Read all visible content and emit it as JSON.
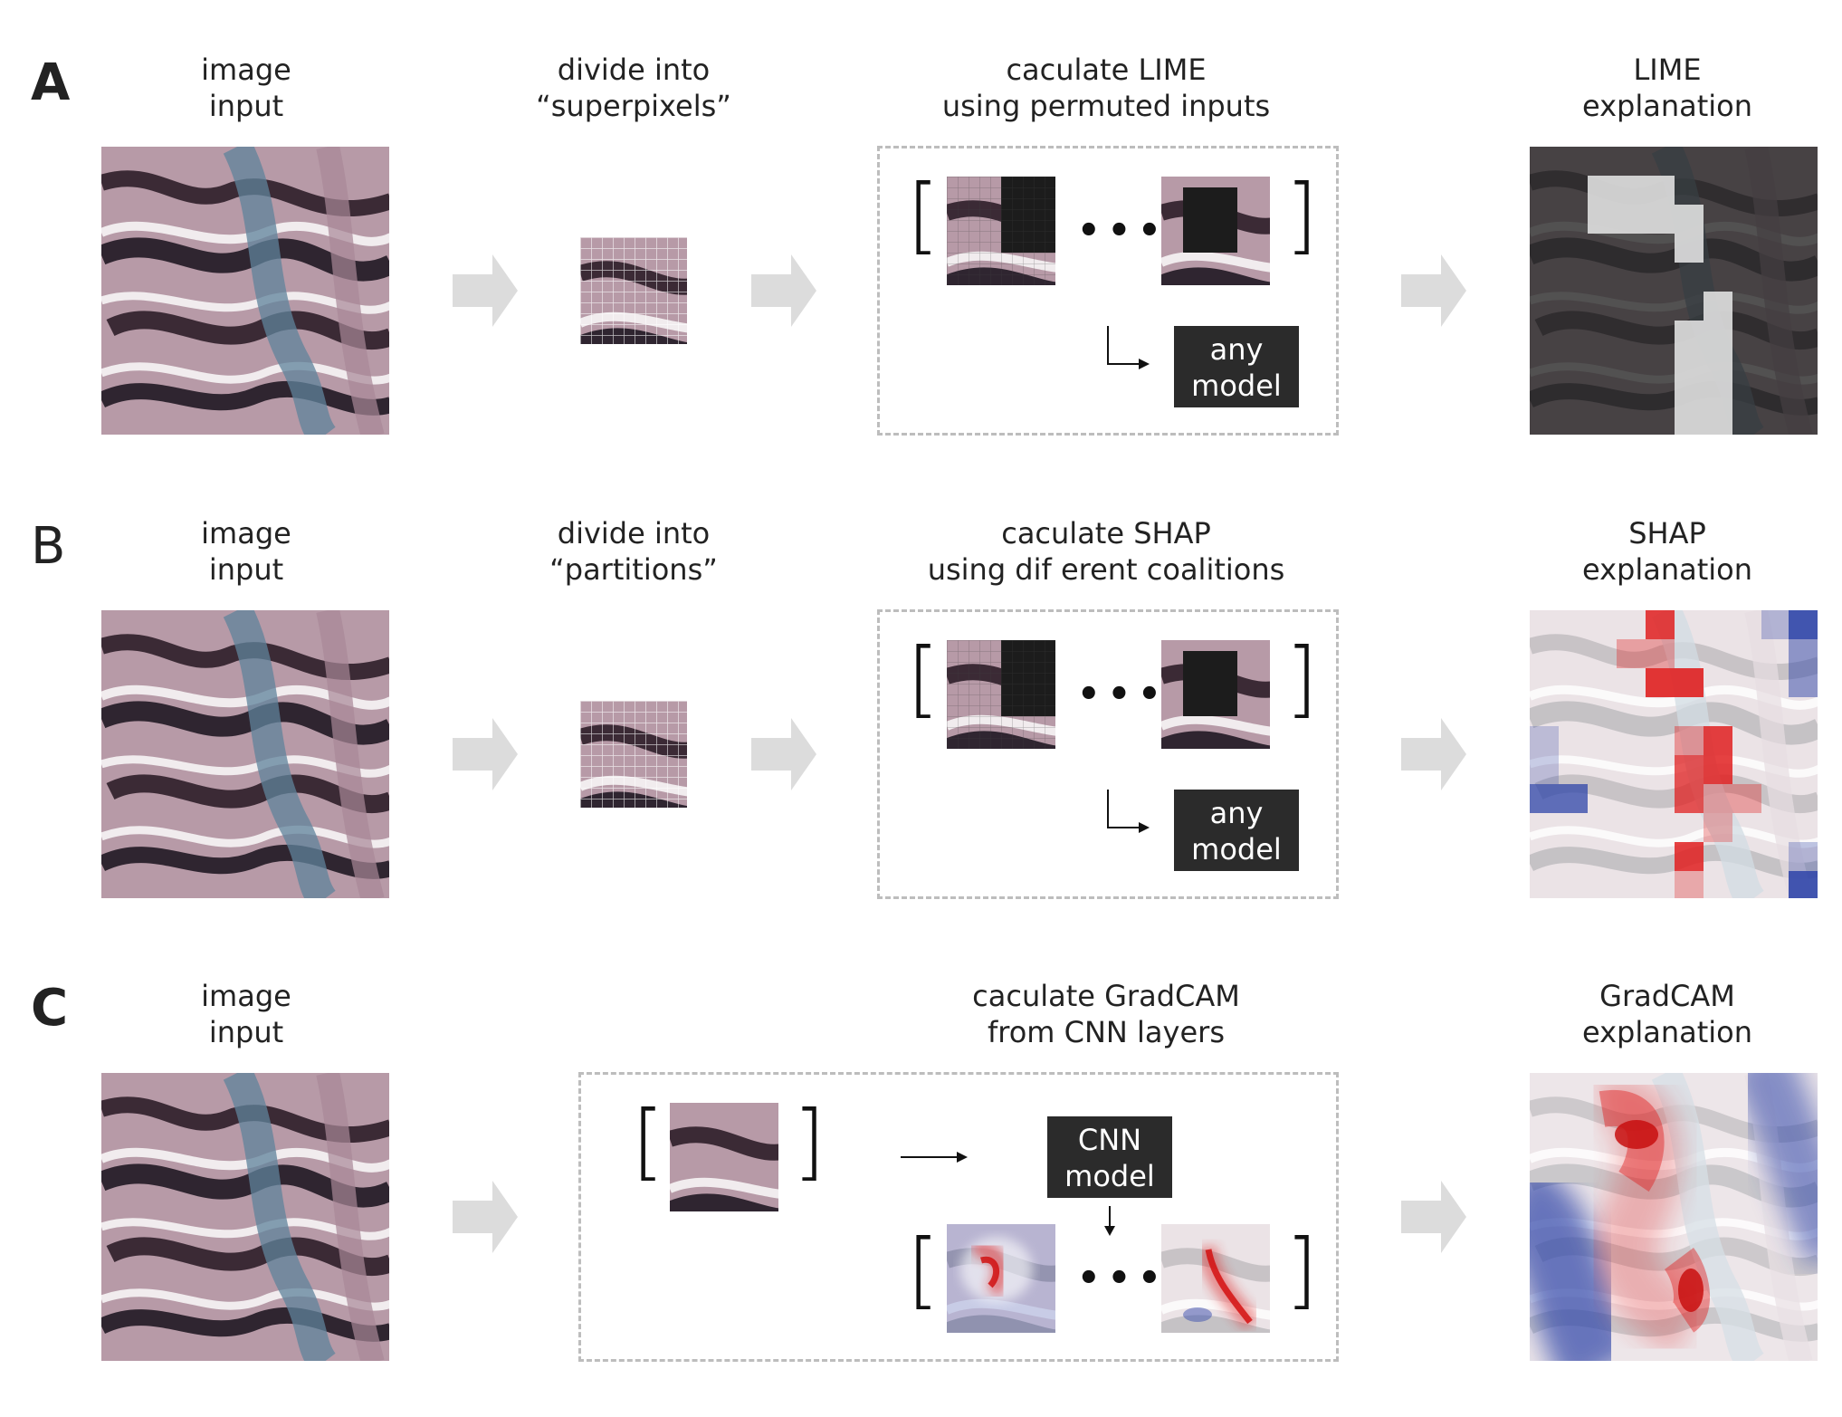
{
  "panels": {
    "A": {
      "letter": "A",
      "input_caption": [
        "image",
        "input"
      ],
      "divide_caption": [
        "divide into",
        "“superpixels”"
      ],
      "calc_caption": [
        "caculate LIME",
        "using permuted inputs"
      ],
      "model_label": [
        "any",
        "model"
      ],
      "explain_caption": [
        "LIME",
        "explanation"
      ],
      "dots": "•••"
    },
    "B": {
      "letter": "B",
      "input_caption": [
        "image",
        "input"
      ],
      "divide_caption": [
        "divide into",
        "“partitions”"
      ],
      "calc_caption": [
        "caculate SHAP",
        "using dif erent coalitions"
      ],
      "model_label": [
        "any",
        "model"
      ],
      "explain_caption": [
        "SHAP",
        "explanation"
      ],
      "dots": "•••"
    },
    "C": {
      "letter": "C",
      "input_caption": [
        "image",
        "input"
      ],
      "calc_caption": [
        "caculate GradCAM",
        "from CNN layers"
      ],
      "model_label": [
        "CNN",
        "model"
      ],
      "explain_caption": [
        "GradCAM",
        "explanation"
      ],
      "dots": "•••"
    }
  },
  "colors": {
    "arrow": "#dcdcdc",
    "dashed_border": "#bdbdbd",
    "model_box": "#2b2b2b",
    "tissue_pink": "#b58a9c",
    "tissue_blue": "#5c7f96",
    "shap_red": "#e02020",
    "shap_blue": "#2f45a8"
  },
  "icons": {
    "flow_arrow": "block-arrow-right-icon",
    "model_pointer": "elbow-arrow-icon",
    "cnn_pointer": "arrow-right-icon",
    "cnn_down": "arrow-down-icon"
  }
}
